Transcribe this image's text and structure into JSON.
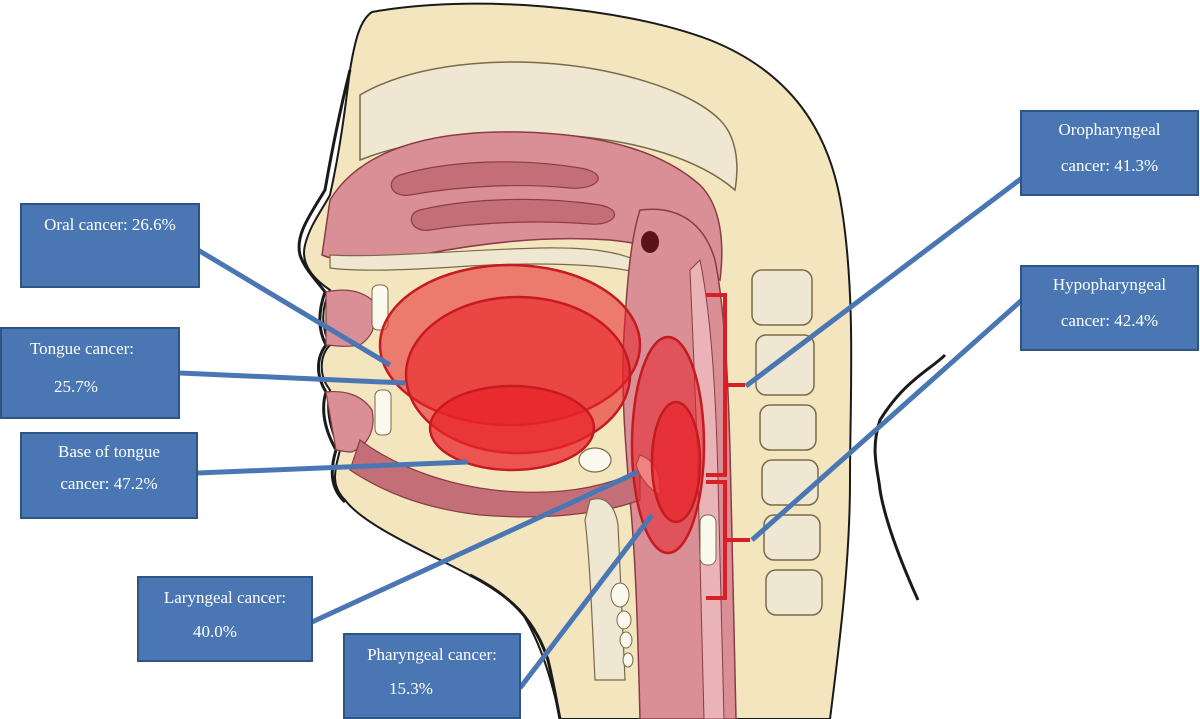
{
  "labels": {
    "oral": {
      "line1": "Oral cancer: 26.6%",
      "line2": ""
    },
    "tongue": {
      "line1": "Tongue cancer:",
      "line2": "25.7%"
    },
    "base_tongue": {
      "line1": "Base of tongue",
      "line2": "cancer: 47.2%"
    },
    "laryngeal": {
      "line1": "Laryngeal cancer:",
      "line2": "40.0%"
    },
    "pharyngeal": {
      "line1": "Pharyngeal cancer:",
      "line2": "15.3%"
    },
    "oropharyngeal": {
      "line1": "Oropharyngeal",
      "line2": "cancer: 41.3%"
    },
    "hypopharyngeal": {
      "line1": "Hypopharyngeal",
      "line2": "cancer: 42.4%"
    }
  },
  "colors": {
    "label_fill": "#4a77b4",
    "label_border": "#2f5584",
    "connector": "#4a77b4",
    "tumor_red": "#e8232a",
    "bracket_red": "#d91f26",
    "skin": "#f3e6bf",
    "tissue": "#d98f95",
    "tissue_dark": "#c46f77",
    "bone": "#efe7d2"
  }
}
